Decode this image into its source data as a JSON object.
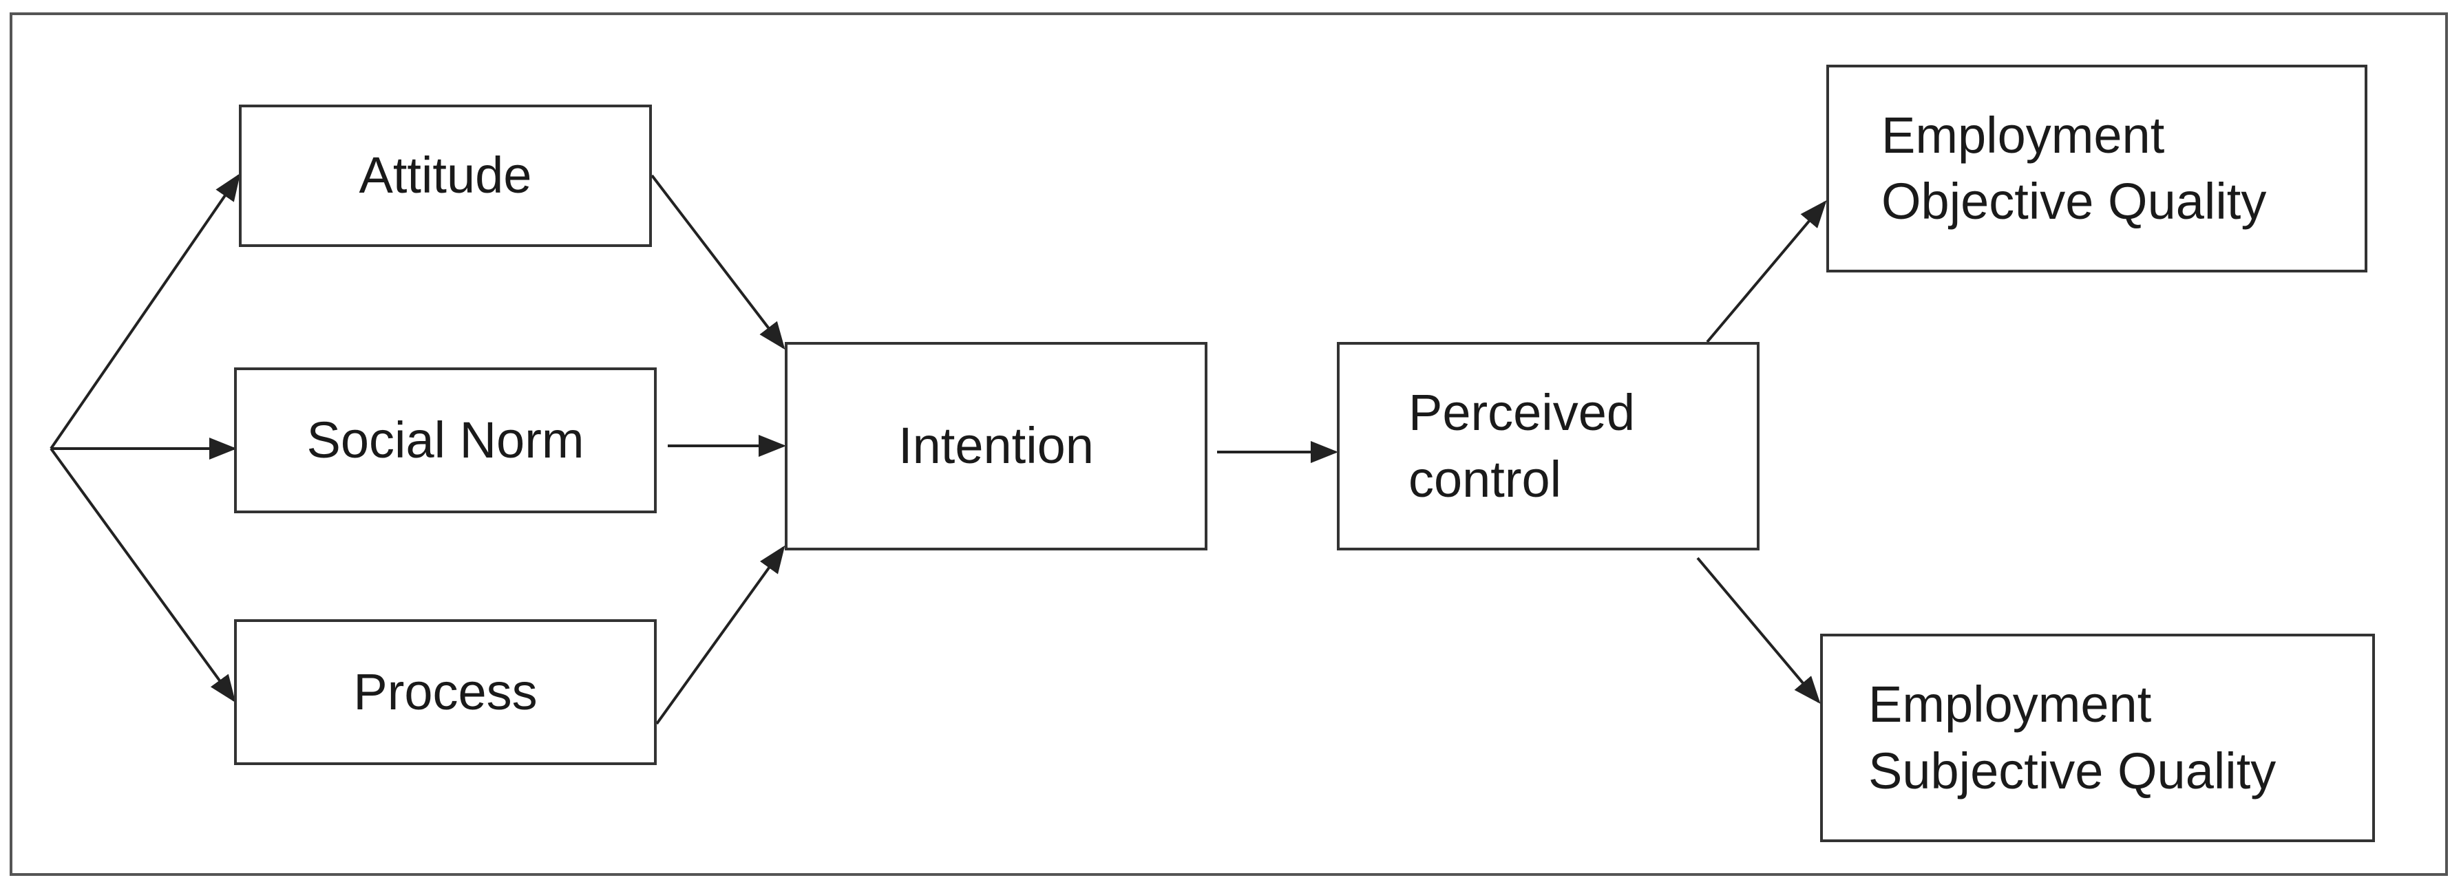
{
  "diagram": {
    "nodes": {
      "attitude": "Attitude",
      "social_norm": "Social Norm",
      "process": "Process",
      "intention": "Intention",
      "perceived_control": "Perceived\ncontrol",
      "objective_quality": "Employment\nObjective Quality",
      "subjective_quality": "Employment\nSubjective Quality"
    },
    "edges": [
      {
        "from": "origin",
        "to": "attitude"
      },
      {
        "from": "origin",
        "to": "social_norm"
      },
      {
        "from": "origin",
        "to": "process"
      },
      {
        "from": "attitude",
        "to": "intention"
      },
      {
        "from": "social_norm",
        "to": "intention"
      },
      {
        "from": "process",
        "to": "intention"
      },
      {
        "from": "intention",
        "to": "perceived_control"
      },
      {
        "from": "perceived_control",
        "to": "objective_quality"
      },
      {
        "from": "perceived_control",
        "to": "subjective_quality"
      }
    ],
    "colors": {
      "line": "#222222",
      "box_border": "#333333",
      "frame_border": "#555555",
      "background": "#ffffff"
    }
  }
}
